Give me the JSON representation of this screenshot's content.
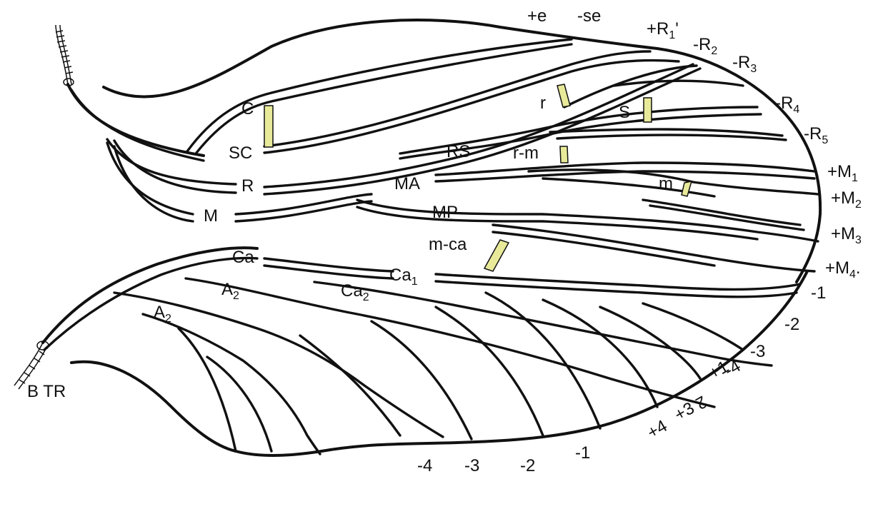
{
  "highlight_color": "#e8ea9a",
  "labels": {
    "e": "+e",
    "se": "-se",
    "R1": {
      "t": "+R",
      "s": "1",
      "a": "'"
    },
    "R2": {
      "t": "-R",
      "s": "2"
    },
    "R3": {
      "t": "-R",
      "s": "3"
    },
    "R4": {
      "t": "-R",
      "s": "4"
    },
    "R5": {
      "t": "-R",
      "s": "5"
    },
    "M1": {
      "t": "+M",
      "s": "1"
    },
    "M2": {
      "t": "+M",
      "s": "2"
    },
    "M3": {
      "t": "+M",
      "s": "3"
    },
    "M4": {
      "t": "+M",
      "s": "4",
      "a": "."
    },
    "C": "C",
    "SC": "SC",
    "R": "R",
    "M": "M",
    "r": "r",
    "S": "S",
    "RS": "RS",
    "rm": "r-m",
    "MA": "MA",
    "m": "m",
    "MP": "MP",
    "mca": "m-ca",
    "Ca": "Ca",
    "Ca1": {
      "t": "Ca",
      "s": "1"
    },
    "Ca2": {
      "t": "Ca",
      "s": "2"
    },
    "A_upper": {
      "t": "A",
      "s": "2"
    },
    "A2": {
      "t": "A",
      "s": "2"
    },
    "BTR": "B TR",
    "rn1": "-1",
    "rn2": "-2",
    "rn3": "-3",
    "rn4": "-4",
    "rp1": "+1",
    "rp2": "2",
    "rp3": "+3",
    "rp4": "+4",
    "bn1": "-1",
    "bn2": "-2",
    "bn3": "-3",
    "bn4": "-4"
  }
}
